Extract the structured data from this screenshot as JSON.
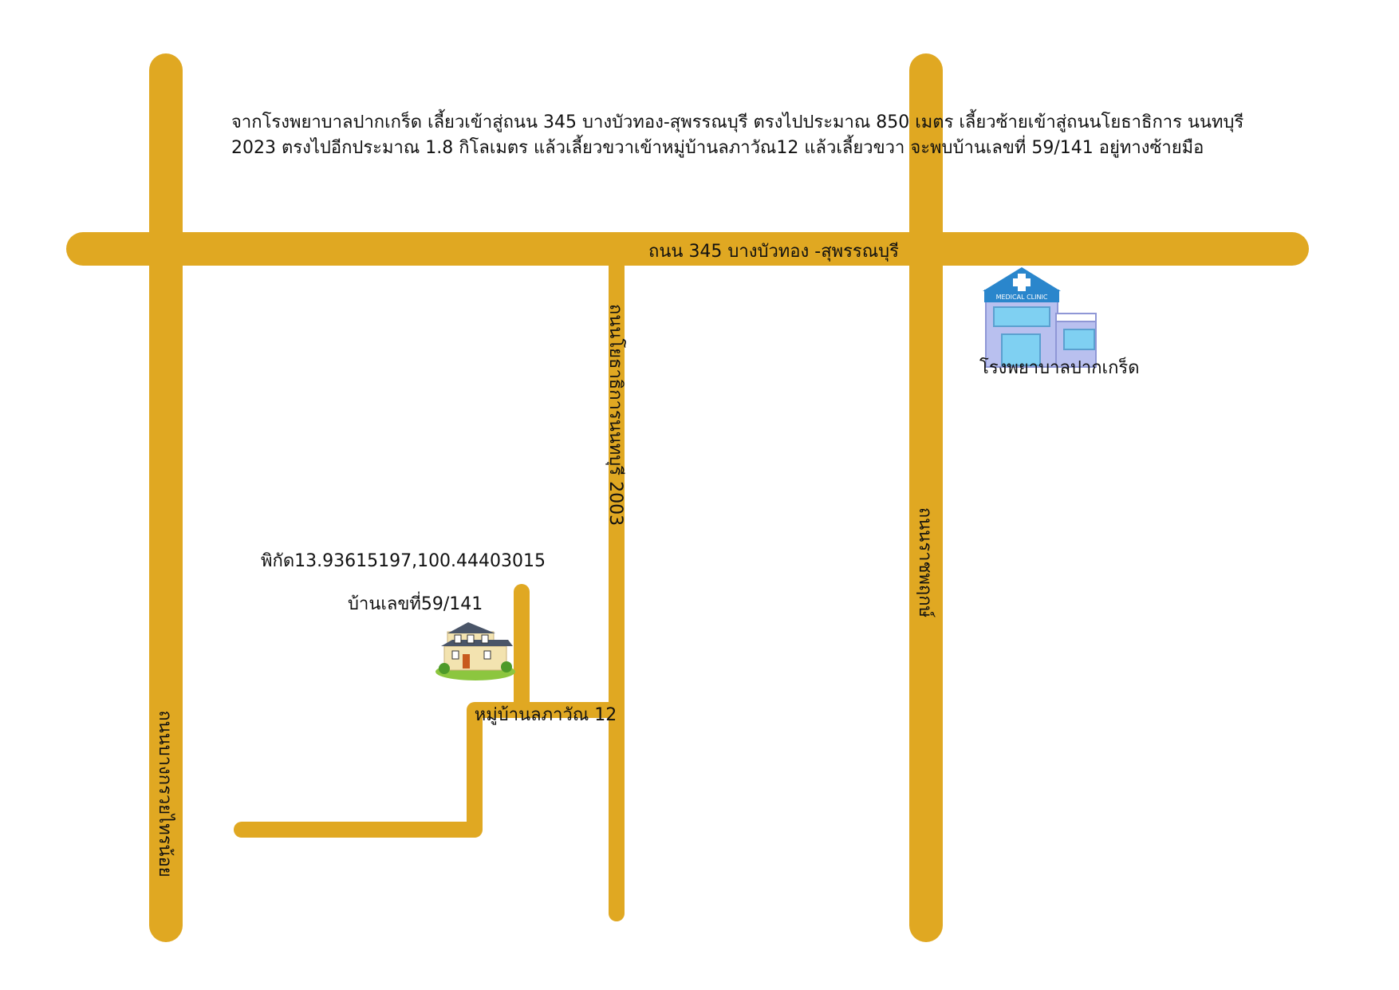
{
  "directions": "จากโรงพยาบาลปากเกร็ด เลี้ยวเข้าสู่ถนน 345 บางบัวทอง-สุพรรณบุรี ตรงไปประมาณ 850 เมตร เลี้ยวซ้ายเข้าสู่ถนนโยธาธิการ นนทบุรี 2023 ตรงไปอีกประมาณ 1.8 กิโลเมตร แล้วเลี้ยวขวาเข้าหมู่บ้านลภาวัณ12 แล้วเลี้ยวขวา จะพบบ้านเลขที่ 59/141 อยู่ทางซ้ายมือ",
  "roads": {
    "main_road": "ถนน 345 บางบัวทอง -สุพรรณบุรี",
    "left_road": "ถนนบางกรวยไทรน้อย",
    "middle_road": "ถนนโยธาธิการนนทบุรี 2003",
    "right_road": "ถนนราชพฤกษ์",
    "village_road": "หมู่บ้านลภาวัณ 12"
  },
  "places": {
    "hospital": {
      "name": "โรงพยาบาลปากเกร็ด",
      "sign": "MEDICAL CLINIC",
      "icon": "hospital-icon"
    },
    "house": {
      "label": "บ้านเลขที่59/141",
      "coordinates": "พิกัด13.93615197,100.44403015",
      "icon": "house-icon"
    }
  },
  "colors": {
    "road": "#e0a822",
    "hospital": "#b9c0ef",
    "hospital_roof": "#2a86cc",
    "house_wall": "#f3e3b0",
    "grass": "#8cc63f"
  }
}
